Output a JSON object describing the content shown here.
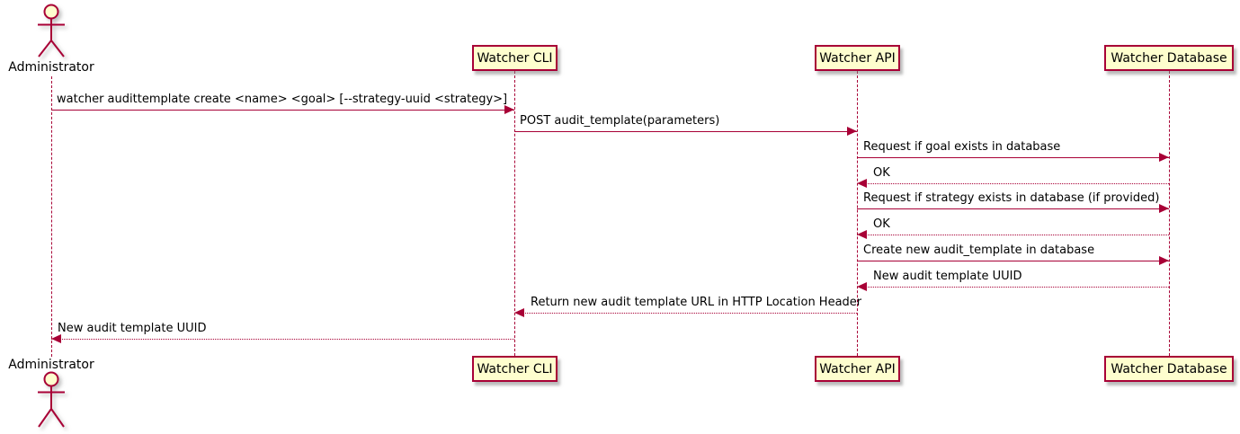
{
  "diagram": {
    "type": "sequence",
    "colors": {
      "participant_fill": "#FEFECE",
      "line_color": "#A80036",
      "text_color": "#000000",
      "background": "#FFFFFF"
    },
    "participants": [
      {
        "id": "administrator",
        "label": "Administrator",
        "kind": "actor"
      },
      {
        "id": "watcher-cli",
        "label": "Watcher CLI",
        "kind": "participant"
      },
      {
        "id": "watcher-api",
        "label": "Watcher API",
        "kind": "participant"
      },
      {
        "id": "watcher-database",
        "label": "Watcher Database",
        "kind": "participant"
      }
    ],
    "messages": [
      {
        "from": "Administrator",
        "to": "Watcher CLI",
        "style": "solid",
        "label": "watcher audittemplate create <name> <goal> [--strategy-uuid <strategy>]"
      },
      {
        "from": "Watcher CLI",
        "to": "Watcher API",
        "style": "solid",
        "label": "POST audit_template(parameters)"
      },
      {
        "from": "Watcher API",
        "to": "Watcher Database",
        "style": "solid",
        "label": "Request if goal exists in database"
      },
      {
        "from": "Watcher Database",
        "to": "Watcher API",
        "style": "dashed",
        "label": "OK"
      },
      {
        "from": "Watcher API",
        "to": "Watcher Database",
        "style": "solid",
        "label": "Request if strategy exists in database (if provided)"
      },
      {
        "from": "Watcher Database",
        "to": "Watcher API",
        "style": "dashed",
        "label": "OK"
      },
      {
        "from": "Watcher API",
        "to": "Watcher Database",
        "style": "solid",
        "label": "Create new audit_template in database"
      },
      {
        "from": "Watcher Database",
        "to": "Watcher API",
        "style": "dashed",
        "label": "New audit template UUID"
      },
      {
        "from": "Watcher API",
        "to": "Watcher CLI",
        "style": "dashed",
        "label": "Return new audit template URL in HTTP Location Header"
      },
      {
        "from": "Watcher CLI",
        "to": "Administrator",
        "style": "dashed",
        "label": "New audit template UUID"
      }
    ]
  }
}
